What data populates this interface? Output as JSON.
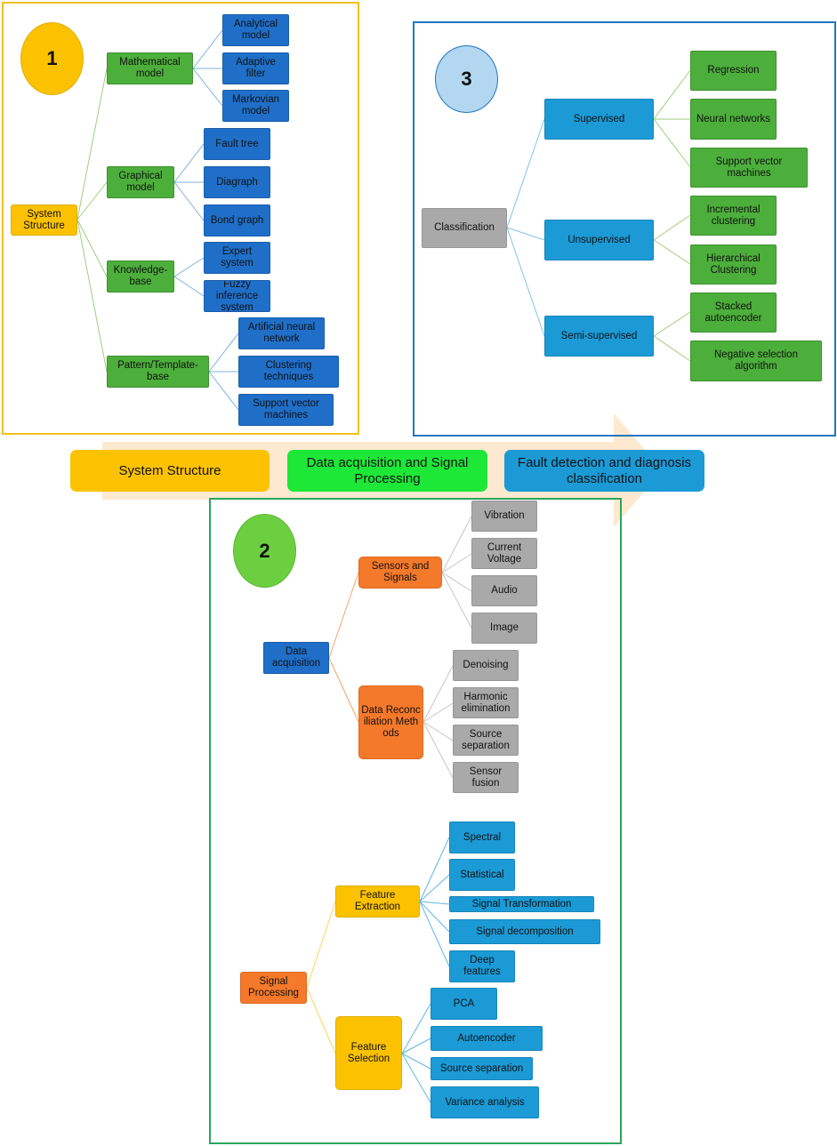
{
  "stages": [
    "System Structure",
    "Data acquisition and Signal Processing",
    "Fault detection and diagnosis classification"
  ],
  "badges": [
    "1",
    "2",
    "3"
  ],
  "panel1": {
    "root": "System Structure",
    "branches": [
      {
        "label": "Mathematical model",
        "leaves": [
          "Analytical model",
          "Adaptive filter",
          "Markovian model"
        ]
      },
      {
        "label": "Graphical model",
        "leaves": [
          "Fault tree",
          "Diagraph",
          "Bond graph"
        ]
      },
      {
        "label": "Knowledge-base",
        "leaves": [
          "Expert system",
          "Fuzzy inference system"
        ]
      },
      {
        "label": "Pattern/Template-base",
        "leaves": [
          "Artificial neural network",
          "Clustering techniques",
          "Support vector machines"
        ]
      }
    ]
  },
  "panel3": {
    "root": "Classification",
    "branches": [
      {
        "label": "Supervised",
        "leaves": [
          "Regression",
          "Neural networks",
          "Support vector machines"
        ]
      },
      {
        "label": "Unsupervised",
        "leaves": [
          "Incremental clustering",
          "Hierarchical Clustering"
        ]
      },
      {
        "label": "Semi-supervised",
        "leaves": [
          "Stacked autoencoder",
          "Negative selection algorithm"
        ]
      }
    ]
  },
  "panel2": {
    "acquisition": {
      "root": "Data acquisition",
      "branches": [
        {
          "label": "Sensors and Signals",
          "leaves": [
            "Vibration",
            "Current Voltage",
            "Audio",
            "Image"
          ]
        },
        {
          "label": "Data Reconciliation Methods",
          "leaves": [
            "Denoising",
            "Harmonic elimination",
            "Source separation",
            "Sensor fusion"
          ]
        }
      ]
    },
    "processing": {
      "root": "Signal Processing",
      "branches": [
        {
          "label": "Feature Extraction",
          "leaves": [
            "Spectral",
            "Statistical",
            "Signal Transformation",
            "Signal decomposition",
            "Deep features"
          ]
        },
        {
          "label": "Feature Selection",
          "leaves": [
            "PCA",
            "Autoencoder",
            "Source separation",
            "Variance analysis"
          ]
        }
      ]
    }
  },
  "colors": {
    "panel1_border": "#f2c21b",
    "panel2_border": "#2aa65a",
    "panel3_border": "#1f77c4",
    "arrow": "#fde9cf",
    "badge1": "#fcc200",
    "badge2": "#6ccf3f",
    "badge3": "#b3d7f0",
    "green": "#4caf3b",
    "blue": "#1f6fc9",
    "light_blue": "#1b9ad6",
    "gray": "#a9a9a9",
    "orange": "#f5792a",
    "yellow": "#fcc200",
    "stage_green": "#1de838"
  }
}
